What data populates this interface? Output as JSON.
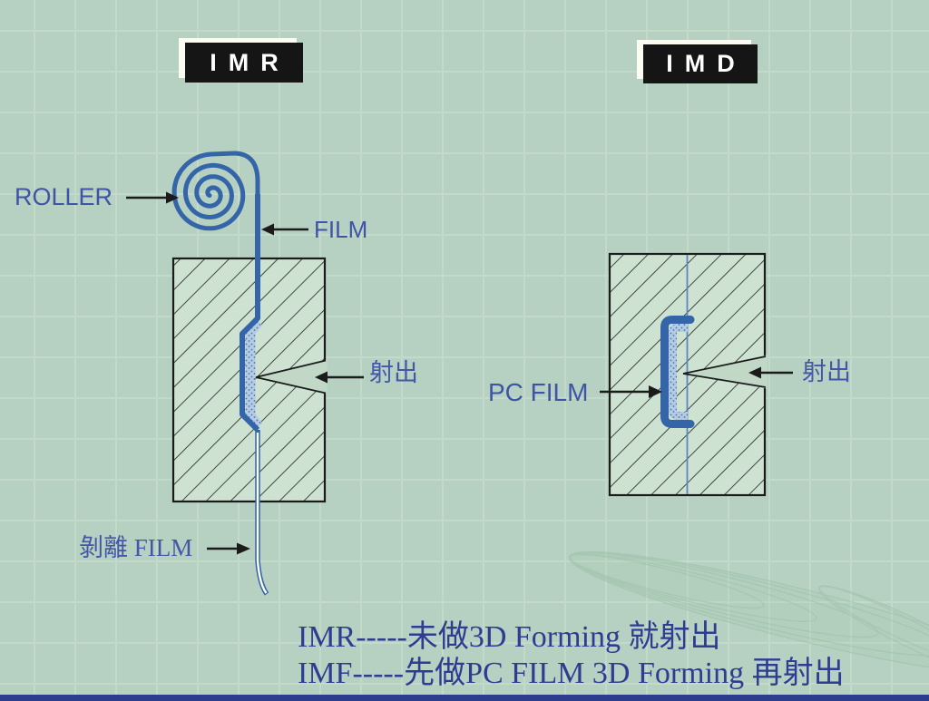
{
  "slide": {
    "titles": {
      "left": "IMR",
      "right": "IMD"
    },
    "labels": {
      "roller": "ROLLER",
      "film": "FILM",
      "injection_left": "射出",
      "injection_right": "射出",
      "pc_film": "PC FILM",
      "peel_film": "剝離 FILM"
    },
    "footer": {
      "line1": "IMR-----未做3D Forming 就射出",
      "line2": "IMF-----先做PC FILM 3D Forming 再射出"
    },
    "colors": {
      "background": "#b6d0c1",
      "grid_line": "#c3d9c9",
      "mold_fill": "#cde2d1",
      "hatch_line": "#2a2a2a",
      "film_blue": "#3465a8",
      "stipple_fill": "#b3cbe4",
      "label_blue": "#3f54a6",
      "footer_text": "#2e3c92",
      "bottom_bar": "#2c3d8e",
      "title_box": "#151515"
    }
  }
}
